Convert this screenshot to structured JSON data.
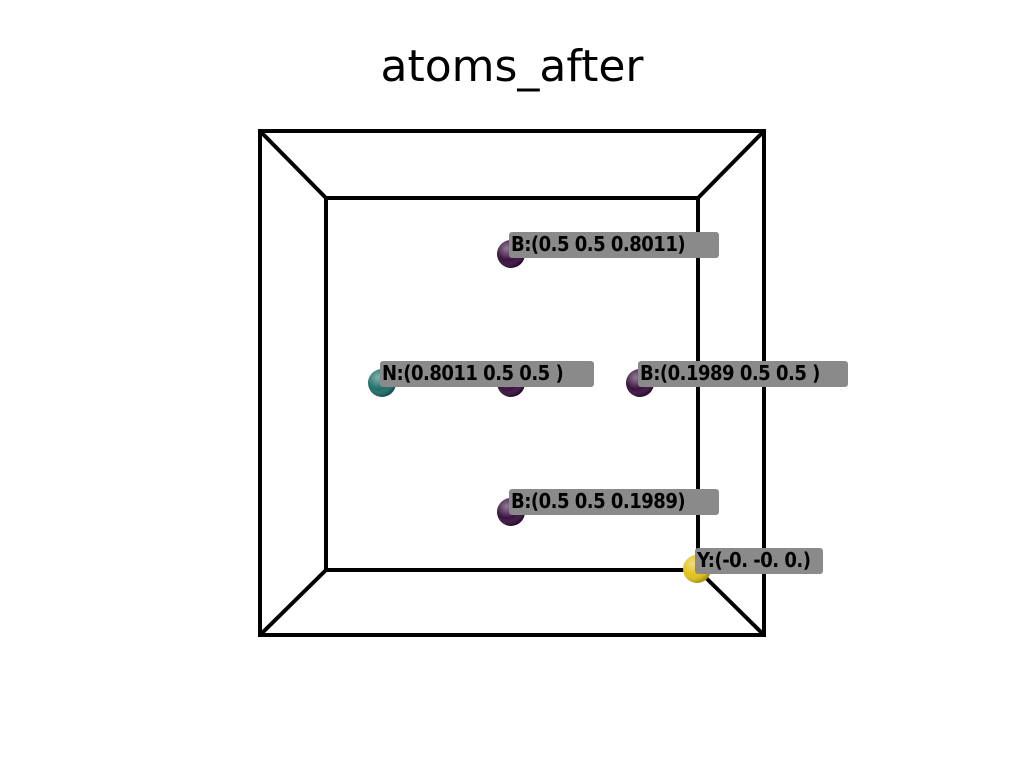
{
  "title": "atoms_after",
  "colors": {
    "background": "#ffffff",
    "frame": "#000000",
    "label_box": "#8a8a8a",
    "boron": "#3a1240",
    "nitrogen": "#1f6f6a",
    "yttrium": "#e2c21a"
  },
  "atoms": [
    {
      "element": "B",
      "label": "B:(0.5    0.5    0.8011)",
      "color_key": "boron"
    },
    {
      "element": "N",
      "label": "N:(0.8011 0.5    0.5   )",
      "color_key": "nitrogen"
    },
    {
      "element": "B",
      "label": "",
      "color_key": "boron"
    },
    {
      "element": "B",
      "label": "B:(0.1989 0.5    0.5   )",
      "color_key": "boron"
    },
    {
      "element": "B",
      "label": "B:(0.5    0.5    0.1989)",
      "color_key": "boron"
    },
    {
      "element": "Y",
      "label": "Y:(-0.  -0.   0.)",
      "color_key": "yttrium"
    }
  ]
}
